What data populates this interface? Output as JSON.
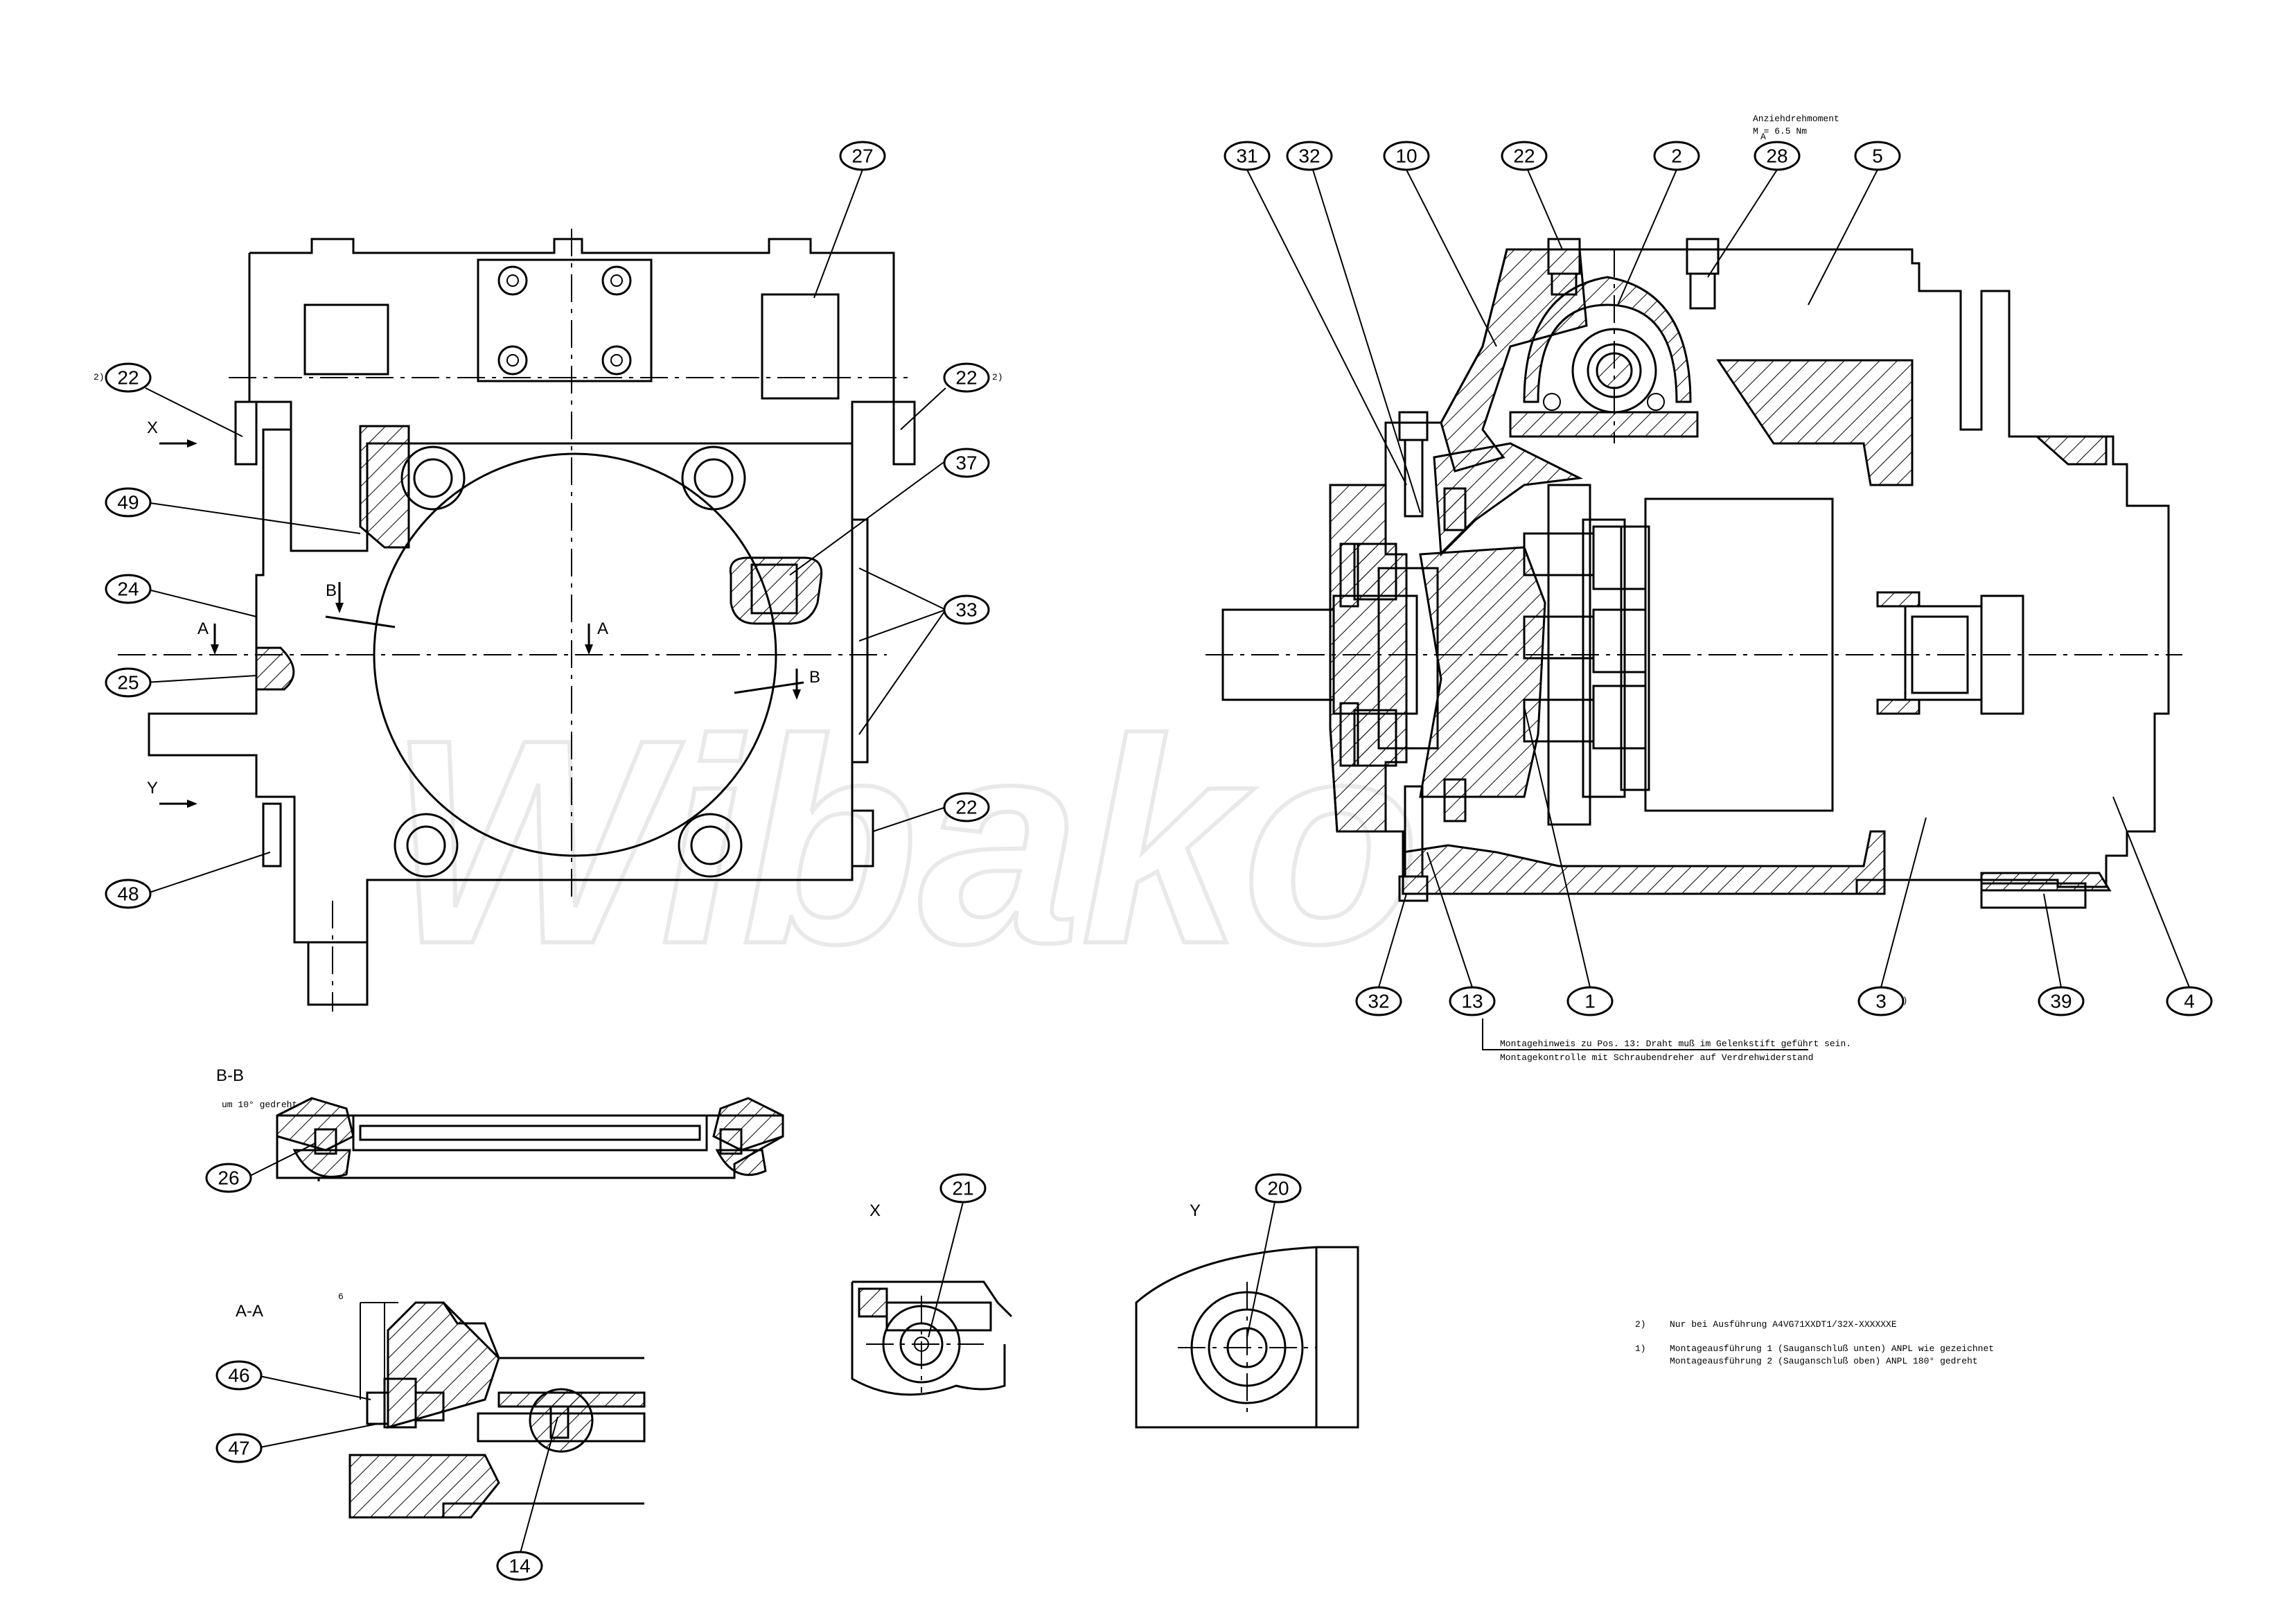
{
  "watermark": "Wibako",
  "section_labels": {
    "bb": "B-B",
    "bb_note": "um 10° gedreht",
    "aa": "A-A",
    "x_view": "X",
    "y_view": "Y"
  },
  "view_markers": {
    "x": "X",
    "y": "Y",
    "a1": "A",
    "a2": "A",
    "b1": "B",
    "b2": "B"
  },
  "superscript_marks": {
    "left22": "2)",
    "right22": "2)",
    "pos3": "1)"
  },
  "dimension": "6",
  "torque_note": {
    "line1": "Anziehdrehmoment",
    "line2": "M  = 6.5 Nm",
    "sub": "A"
  },
  "assembly_note": {
    "line1": "Montagehinweis zu Pos. 13: Draht muß im Gelenkstift geführt sein.",
    "line2": "Montagekontrolle mit Schraubendreher auf Verdrehwiderstand"
  },
  "footnotes": {
    "f2_mark": "2)",
    "f2_text": "Nur bei Ausführung A4VG71XXDT1/32X-XXXXXXE",
    "f1_mark": "1)",
    "f1_text_a": "Montageausführung 1 (Sauganschluß unten) ANPL wie gezeichnet",
    "f1_text_b": "Montageausführung 2 (Sauganschluß oben) ANPL 180° gedreht"
  },
  "bubbles": {
    "b27": "27",
    "b22a": "22",
    "b22b": "22",
    "b49": "49",
    "b24": "24",
    "b25": "25",
    "b37": "37",
    "b33": "33",
    "b22c": "22",
    "b48": "48",
    "b31": "31",
    "b32a": "32",
    "b10": "10",
    "b22d": "22",
    "b2": "2",
    "b28": "28",
    "b5": "5",
    "b32b": "32",
    "b13": "13",
    "b1": "1",
    "b3": "3",
    "b39": "39",
    "b4": "4",
    "b26": "26",
    "b21": "21",
    "b20": "20",
    "b46": "46",
    "b47": "47",
    "b14": "14"
  }
}
